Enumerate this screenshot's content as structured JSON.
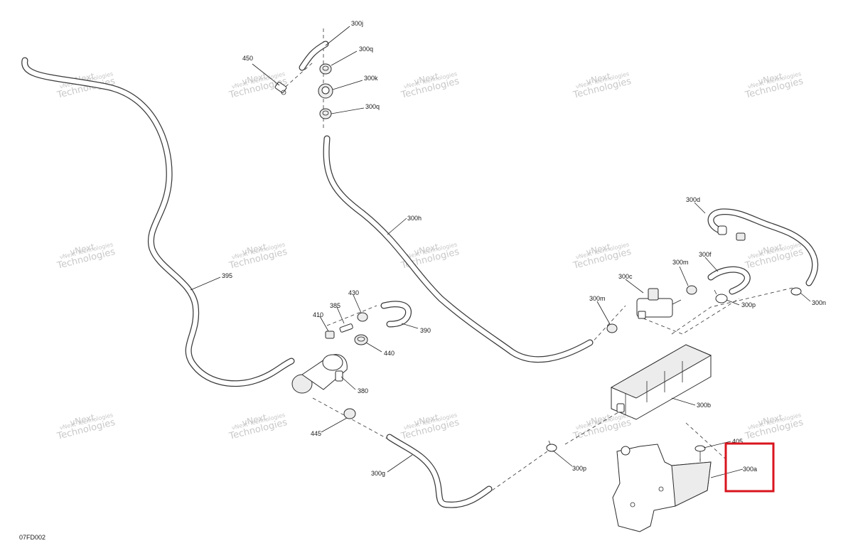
{
  "diagram_code": "07FD002",
  "watermark": {
    "line1": "vNext",
    "line2": "Technologies",
    "full": "vNext Technologies"
  },
  "callouts": {
    "c300j": "300j",
    "c450": "450",
    "c300q_top": "300q",
    "c300k": "300k",
    "c300q_bottom": "300q",
    "c300h": "300h",
    "c395": "395",
    "c430": "430",
    "c385": "385",
    "c410": "410",
    "c390": "390",
    "c440": "440",
    "c380": "380",
    "c445": "445",
    "c300g": "300g",
    "c300p_bottom": "300p",
    "c300d": "300d",
    "c300f": "300f",
    "c300m_top": "300m",
    "c300c": "300c",
    "c300m_left": "300m",
    "c300p_right": "300p",
    "c300n": "300n",
    "c300b": "300b",
    "c405": "405",
    "c300a": "300a"
  },
  "highlight": {
    "color": "#d9141e",
    "target": "300a"
  }
}
